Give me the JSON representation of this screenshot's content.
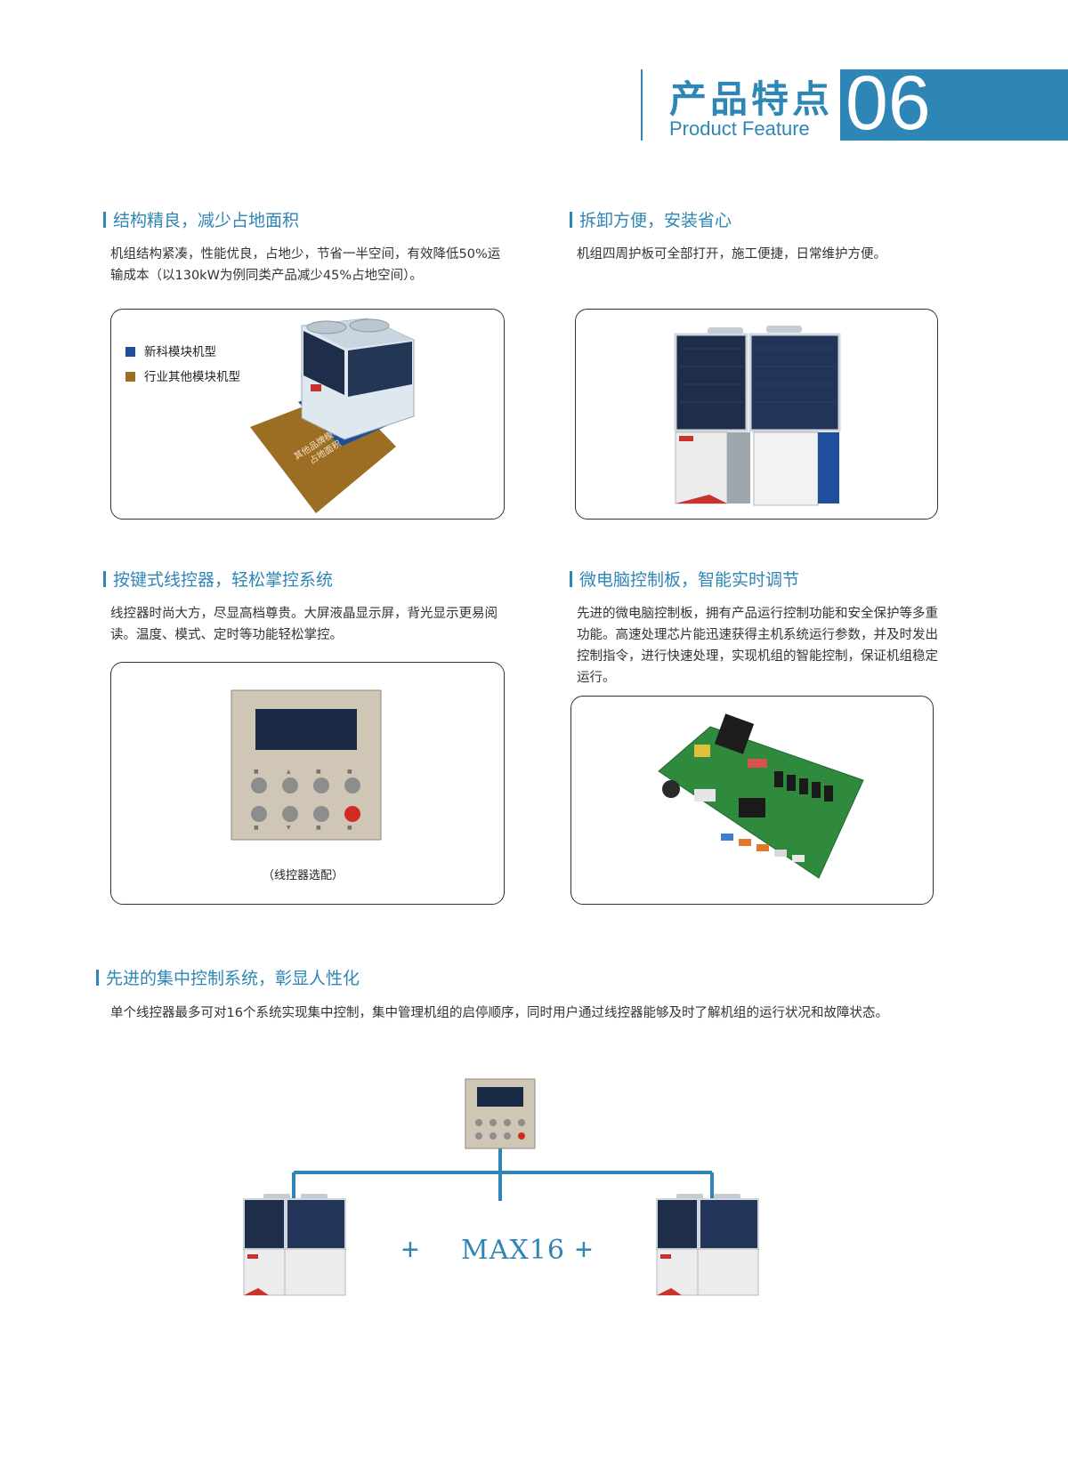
{
  "header": {
    "title_cn": "产品特点",
    "title_en": "Product Feature",
    "number": "06"
  },
  "features": [
    {
      "title": "结构精良，减少占地面积",
      "text": "机组结构紧凑，性能优良，占地少，节省一半空间，有效降低50%运输成本（以130kW为例同类产品减少45%占地空间）。",
      "legend": [
        {
          "label": "新科模块机型",
          "color": "#1f4e9c"
        },
        {
          "label": "行业其他模块机型",
          "color": "#9c6e23"
        }
      ],
      "floor_label": "其他品牌模块机\n占地面积"
    },
    {
      "title": "拆卸方便，安装省心",
      "text": "机组四周护板可全部打开，施工便捷，日常维护方便。"
    },
    {
      "title": "按键式线控器，轻松掌控系统",
      "text": "线控器时尚大方，尽显高档尊贵。大屏液晶显示屏，背光显示更易阅读。温度、模式、定时等功能轻松掌控。",
      "caption": "（线控器选配）"
    },
    {
      "title": "微电脑控制板，智能实时调节",
      "text": "先进的微电脑控制板，拥有产品运行控制功能和安全保护等多重功能。高速处理芯片能迅速获得主机系统运行参数，并及时发出控制指令，进行快速处理，实现机组的智能控制，保证机组稳定运行。"
    }
  ],
  "central": {
    "title": "先进的集中控制系统，彰显人性化",
    "text": "单个线控器最多可对16个系统实现集中控制，集中管理机组的启停顺序，同时用户通过线控器能够及时了解机组的运行状况和故障状态。",
    "plus": "+",
    "max": "MAX16"
  },
  "colors": {
    "accent": "#2e86b6",
    "unit_dark": "#1e2d4a",
    "unit_panel": "#e6e6e6",
    "board_green": "#2f8a3e"
  }
}
